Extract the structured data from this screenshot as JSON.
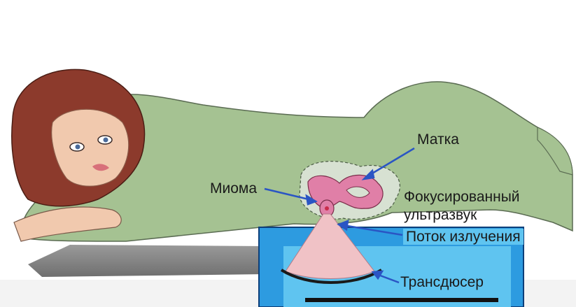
{
  "labels": {
    "uterus": "Матка",
    "myoma": "Миома",
    "focused_line1": "Фокусированный",
    "focused_line2": "ультразвук",
    "beam_flow": "Поток излучения",
    "transducer": "Трансдюсер"
  },
  "colors": {
    "body_green": "#a5c292",
    "hair_brown": "#8c3a2c",
    "skin": "#f1c9ae",
    "uterus_pink": "#e07fa7",
    "beam_pink": "#f0c2c6",
    "tank_blue": "#2d9be0",
    "tank_light": "#5fc4f0",
    "arrow_blue": "#2a55c4",
    "table_grey": "#8e8e8e"
  }
}
